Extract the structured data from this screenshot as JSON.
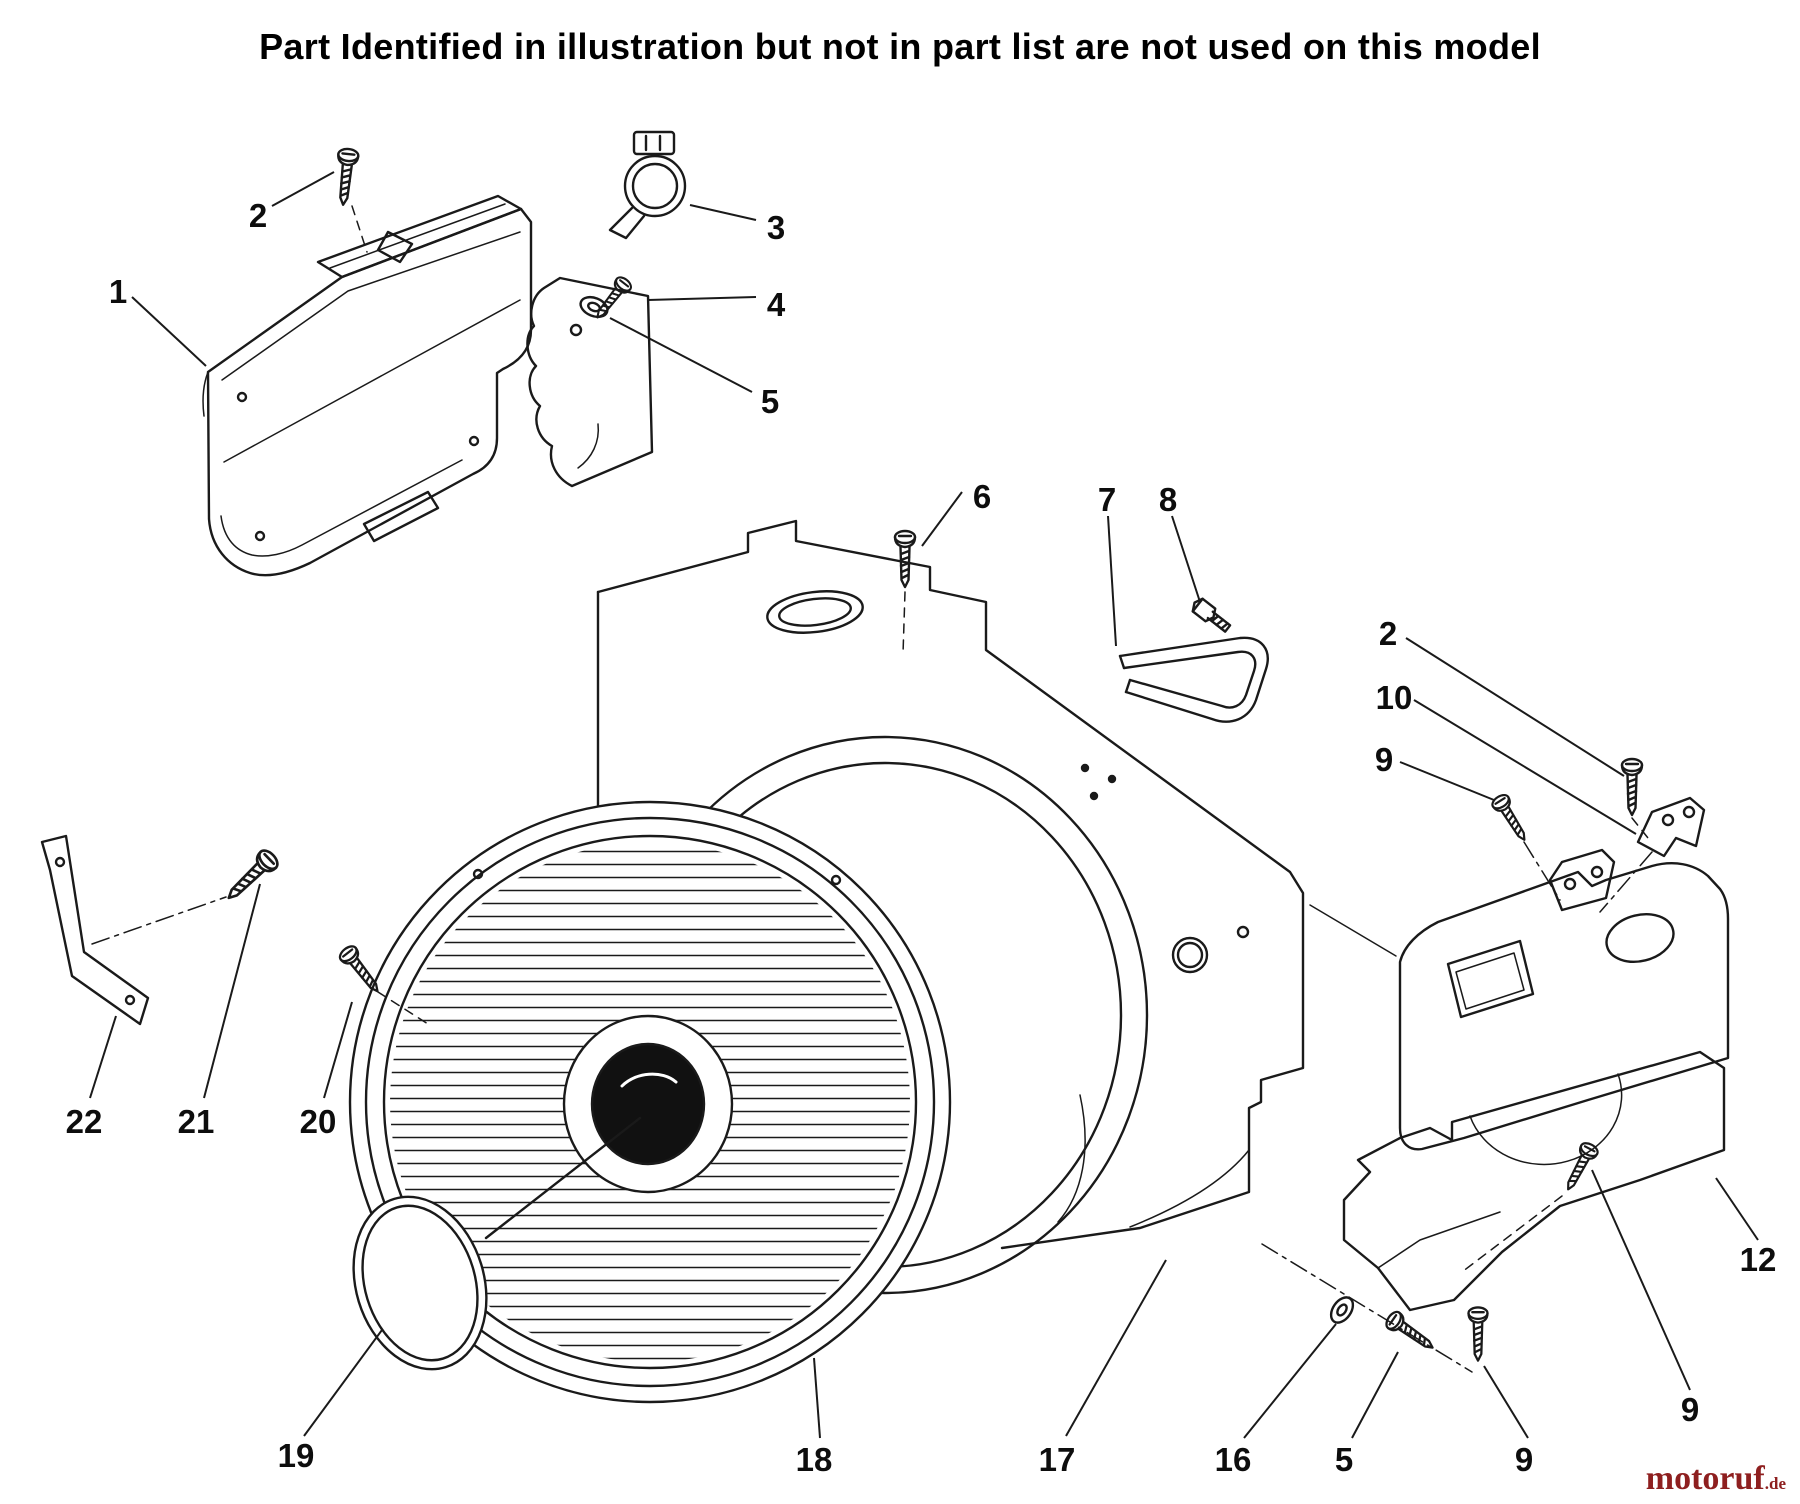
{
  "page": {
    "title": "Part Identified in illustration but not in part list are not used on this model",
    "background": "#ffffff"
  },
  "diagram": {
    "type": "exploded-parts-diagram",
    "subject": "engine blower housing, fan screen and shrouds",
    "line_color": "#1a1a1a",
    "callouts": [
      {
        "label": "2"
      },
      {
        "label": "1"
      },
      {
        "label": "3"
      },
      {
        "label": "4"
      },
      {
        "label": "5"
      },
      {
        "label": "6"
      },
      {
        "label": "7"
      },
      {
        "label": "8"
      },
      {
        "label": "2"
      },
      {
        "label": "10"
      },
      {
        "label": "9"
      },
      {
        "label": "22"
      },
      {
        "label": "21"
      },
      {
        "label": "20"
      },
      {
        "label": "19"
      },
      {
        "label": "18"
      },
      {
        "label": "17"
      },
      {
        "label": "16"
      },
      {
        "label": "5"
      },
      {
        "label": "9"
      },
      {
        "label": "9"
      },
      {
        "label": "12"
      }
    ]
  },
  "watermark": {
    "brand": "motoruf",
    "tld": ".de",
    "color": "#8e1f1f"
  }
}
